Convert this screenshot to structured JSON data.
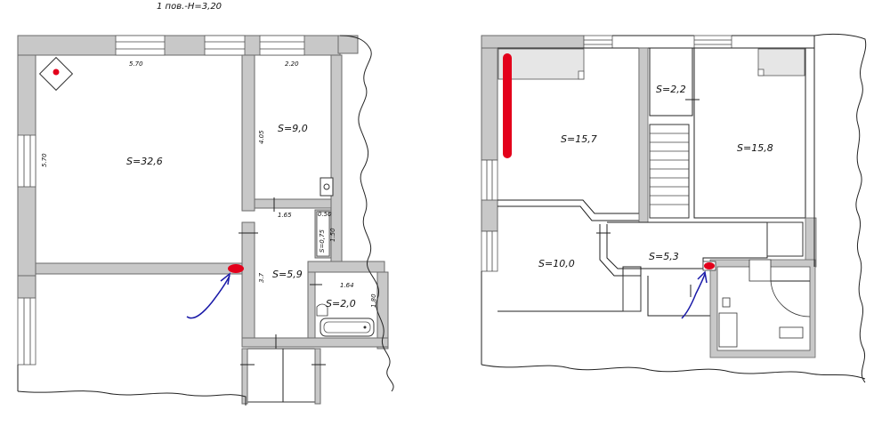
{
  "title": "1 пов.-Н=3,20",
  "left_plan": {
    "rooms": {
      "living": "S=32,6",
      "room_upper_right": "S=9,0",
      "corridor": "S=5,9",
      "bathroom": "S=2,0",
      "closet": "S=0,75"
    },
    "dimensions": {
      "top_left": "5.70",
      "top_right": "2.20",
      "left_side": "5.70",
      "mid_vertical": "4.05",
      "corridor_top": "1.65",
      "closet_width": "0.50",
      "closet_height": "1.50",
      "corridor_side": "3.7",
      "bath_width": "1.64",
      "bath_height": "1.80"
    }
  },
  "right_plan": {
    "rooms": {
      "upper_left": "S=15,7",
      "small_top": "S=2,2",
      "upper_right": "S=15,8",
      "lower_left": "S=10,0",
      "hall": "S=5,3"
    }
  },
  "colors": {
    "wall": "#c8c8c8",
    "marker_red": "#e3001b",
    "arrow_blue": "#1a1aa8"
  }
}
